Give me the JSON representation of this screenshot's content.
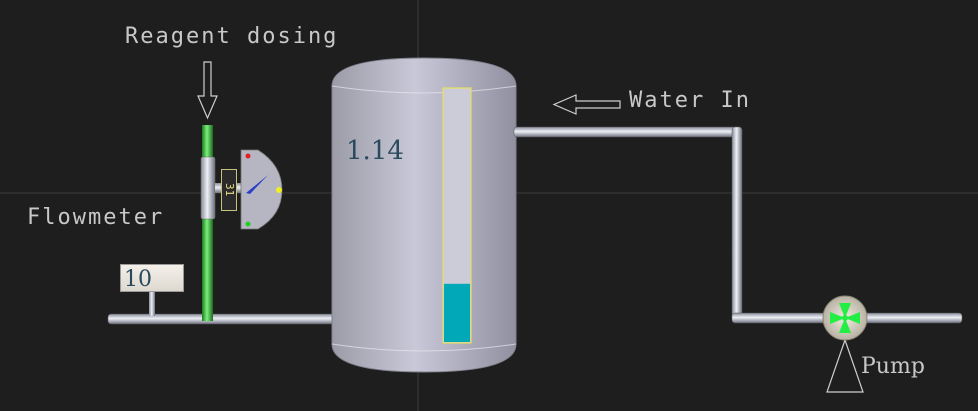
{
  "labels": {
    "reagent": "Reagent dosing",
    "water_in": "Water In",
    "flowmeter": "Flowmeter",
    "pump": "Pump"
  },
  "tank": {
    "value": "1.14",
    "level_fraction": 0.23,
    "level_color": "#00a8b8"
  },
  "flowmeter": {
    "value": "10"
  },
  "gauge": {
    "value": "31"
  },
  "colors": {
    "background": "#1e1e1e",
    "pipe": "#b8bcc8",
    "reagent_pipe": "#2fb82f",
    "pump_fan": "#22ee44",
    "indicator_frame": "#e6e060"
  },
  "icons": [
    "down-arrow-icon",
    "left-arrow-icon",
    "pump-fan-icon"
  ]
}
